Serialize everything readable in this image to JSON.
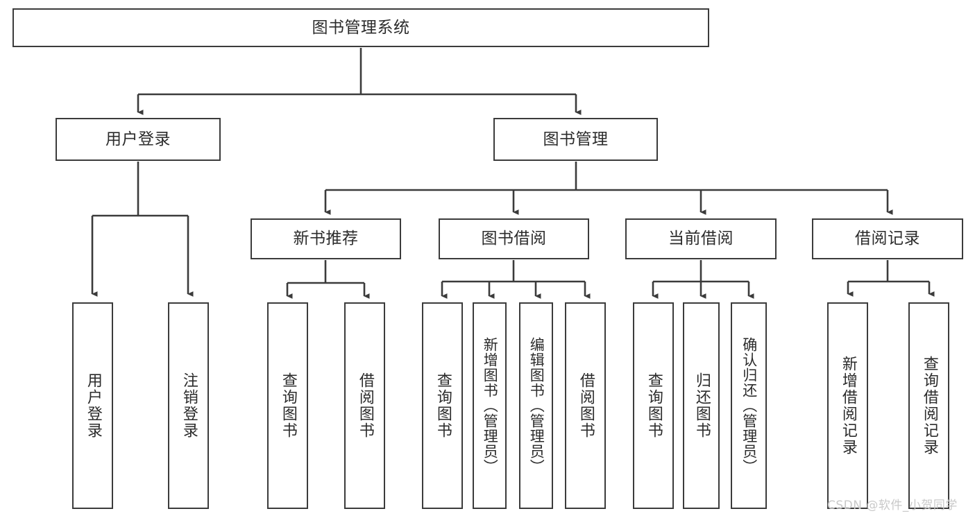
{
  "diagram": {
    "type": "tree-hierarchy",
    "title": "图书管理系统",
    "line_color": "#3b3b3b",
    "background_color": "#ffffff",
    "text_color": "#2b2b2b",
    "root": {
      "label": "图书管理系统"
    },
    "level2": [
      {
        "label": "用户登录"
      },
      {
        "label": "图书管理"
      }
    ],
    "level3": [
      {
        "label": "新书推荐"
      },
      {
        "label": "图书借阅"
      },
      {
        "label": "当前借阅"
      },
      {
        "label": "借阅记录"
      }
    ],
    "leaves": {
      "user_login": [
        {
          "label": "用户登录"
        },
        {
          "label": "注销登录"
        }
      ],
      "new_book_recommend": [
        {
          "label": "查询图书"
        },
        {
          "label": "借阅图书"
        }
      ],
      "book_borrow": [
        {
          "label": "查询图书"
        },
        {
          "label": "新增图书（管理员）"
        },
        {
          "label": "编辑图书（管理员）"
        },
        {
          "label": "借阅图书"
        }
      ],
      "current_borrow": [
        {
          "label": "查询图书"
        },
        {
          "label": "归还图书"
        },
        {
          "label": "确认归还（管理员）"
        }
      ],
      "borrow_record": [
        {
          "label": "新增借阅记录"
        },
        {
          "label": "查询借阅记录"
        }
      ]
    }
  },
  "watermark": {
    "text": "CSDN @软件_小贺同学"
  }
}
